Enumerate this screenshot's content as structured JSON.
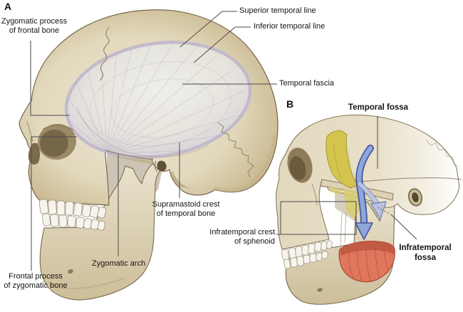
{
  "panelA": {
    "letter": "A"
  },
  "panelB": {
    "letter": "B"
  },
  "labels": {
    "zygomatic_process_frontal": "Zygomatic process\nof frontal bone",
    "superior_temporal_line": "Superior temporal line",
    "inferior_temporal_line": "Inferior temporal line",
    "temporal_fascia": "Temporal fascia",
    "temporal_fossa": "Temporal fossa",
    "supramastoid_crest": "Supramastoid crest\nof temporal bone",
    "infratemporal_crest_sphenoid": "Infratemporal crest\nof sphenoid",
    "zygomatic_arch": "Zygomatic arch",
    "frontal_process_zygomatic": "Frontal process\nof zygomatic bone",
    "infratemporal_fossa": "Infratemporal\nfossa"
  },
  "colors": {
    "bone": "#d8cba8",
    "bone_light": "#eee8d6",
    "bone_shadow": "#b3a179",
    "temporal_fascia_fill": "#e9e7e1",
    "temporal_fascia_edge": "#c2bacb",
    "temporal_fossa_highlight": "#d3c44d",
    "infratemporal_fossa_highlight": "#e0765c",
    "arrow_blue": "#8ea6da",
    "arrow_blue_dark": "#46579b",
    "leader_line": "#4a4a4a",
    "text": "#151515"
  }
}
